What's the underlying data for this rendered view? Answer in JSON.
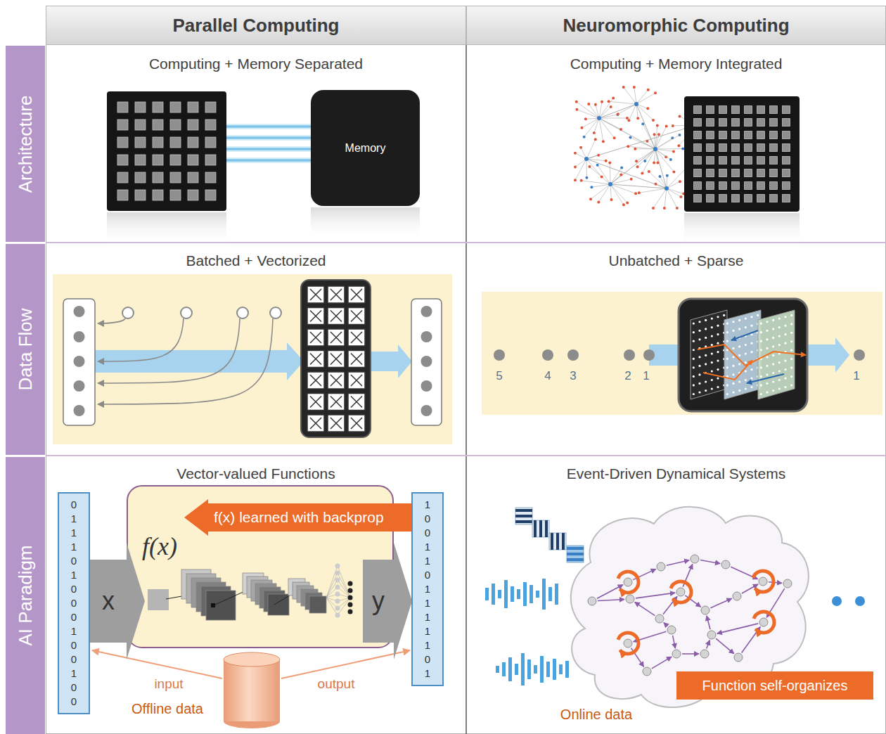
{
  "diagram": {
    "nodes": [
      {
        "text": [
          "Parallel Computing"
        ]
      },
      {
        "text": [
          "Neuromorphic Computing"
        ]
      },
      {
        "text": [
          "Architecture"
        ]
      },
      {
        "text": [
          "Computing + Memory Separated"
        ]
      },
      {
        "text": [
          "Memory"
        ],
        "in": 3
      },
      {
        "text": [
          "Computing + Memory Integrated"
        ]
      },
      {
        "text": [
          "Data Flow"
        ]
      },
      {
        "text": [
          "Batched + Vectorized"
        ]
      },
      {
        "text": [
          "Unbatched + Sparse"
        ]
      },
      {
        "text": [
          "AI Paradigm"
        ]
      },
      {
        "text": [
          "Vector-valued Functions"
        ]
      },
      {
        "text": [
          "0 1 1 1 0 1 0 0 0 1 0 0 1 0 0"
        ],
        "in": 10
      },
      {
        "text": [
          "f(x)"
        ],
        "in": 10
      },
      {
        "text": [
          "f(x) learned with backprop"
        ],
        "in": 10
      },
      {
        "text": [
          "x"
        ],
        "in": 10
      },
      {
        "text": [
          "y"
        ],
        "in": 10
      },
      {
        "text": [
          "1 0 0 1 1 0 1 1 1 1 1 0 1"
        ],
        "in": 10
      },
      {
        "text": [
          "Event-Driven Dynamical Systems"
        ]
      },
      {
        "text": [
          "Function self-organizes"
        ],
        "in": 17
      }
    ],
    "labels": [
      "5",
      "4",
      "3",
      "2",
      "1",
      "1",
      "input",
      "output",
      "Offline data",
      "Online data"
    ]
  }
}
